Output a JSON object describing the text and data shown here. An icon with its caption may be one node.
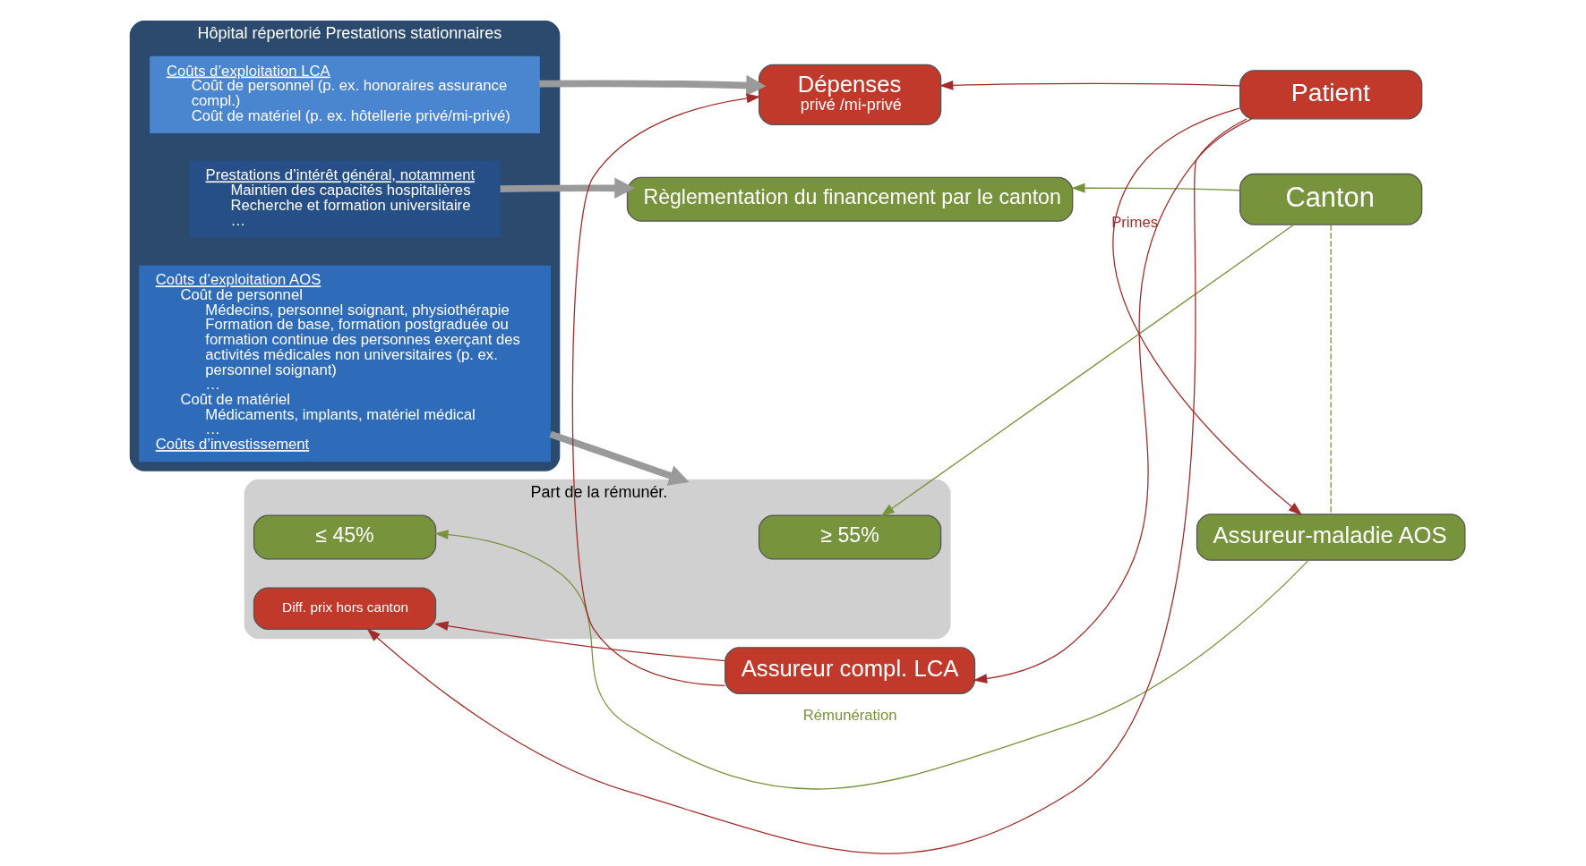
{
  "diagram": {
    "nodes": [
      {
        "text": [
          "Hôpital répertorié Prestations stationnaires"
        ]
      },
      {
        "text": [
          "Prestations d’intérêt général, notamment",
          "Maintien des capacités hospitalières",
          "Recherche et formation universitaire",
          "…"
        ],
        "in": 0
      },
      {
        "text": [
          "Coûts d’exploitation AOS",
          "Coût de personnel",
          "Médecins, personnel soignant, physiothérapie",
          "Formation de base, formation postgraduée ou formation continue des personnes exerçant des activités médicales non universitaires (p. ex. personnel soignant)",
          "…",
          "Coût de matériel",
          "Médicaments, implants, matériel médical",
          "…",
          "Coûts d’investissement"
        ],
        "in": 0
      },
      {
        "text": [
          "Coûts d’exploitation LCA",
          "Coût de personnel (p. ex. honoraires assurance compl.)",
          "Coût de matériel (p. ex. hôtellerie privé/mi-privé)"
        ],
        "in": 0
      },
      {
        "text": [
          "Règlementation du financement par le canton"
        ]
      },
      {
        "text": [
          "Canton"
        ]
      },
      {
        "text": [
          "Part de la rémunér."
        ]
      },
      {
        "text": [
          "≥ 55%"
        ],
        "in": 6
      },
      {
        "text": [
          "≤ 45%"
        ],
        "in": 6
      },
      {
        "text": [
          "Diff. prix hors canton"
        ],
        "in": 6
      },
      {
        "text": [
          "Assureur-maladie AOS"
        ]
      },
      {
        "text": [
          "Assureur compl. LCA"
        ]
      },
      {
        "text": [
          "Dépenses",
          "privé /mi-privé"
        ]
      },
      {
        "text": [
          "Patient"
        ]
      }
    ],
    "edges": [
      {
        "from": 1,
        "to": 4,
        "arrow": "to",
        "style": "thick",
        "color": "#9a9a9a"
      },
      {
        "from": 2,
        "to": 6,
        "arrow": "to",
        "style": "thick",
        "color": "#9a9a9a"
      },
      {
        "from": 3,
        "to": 12,
        "arrow": "to",
        "style": "thick",
        "color": "#9a9a9a"
      },
      {
        "from": 5,
        "to": 4,
        "arrow": "to",
        "color": "#77933c"
      },
      {
        "from": 5,
        "to": 7,
        "arrow": "to",
        "color": "#77933c"
      },
      {
        "from": 5,
        "to": 10,
        "arrow": "none",
        "style": "dashed",
        "color": "#77933c"
      },
      {
        "from": 10,
        "to": 8,
        "arrow": "to",
        "label": "Rémunération",
        "color": "#77933c"
      },
      {
        "from": 11,
        "to": 9,
        "arrow": "to"
      },
      {
        "from": 11,
        "to": 12,
        "arrow": "to"
      },
      {
        "from": 13,
        "to": 9,
        "arrow": "to"
      },
      {
        "from": 13,
        "to": 12,
        "arrow": "to"
      },
      {
        "from": 13,
        "to": 11,
        "arrow": "to",
        "label": "Primes"
      },
      {
        "from": 13,
        "to": 10,
        "arrow": "to"
      }
    ]
  }
}
